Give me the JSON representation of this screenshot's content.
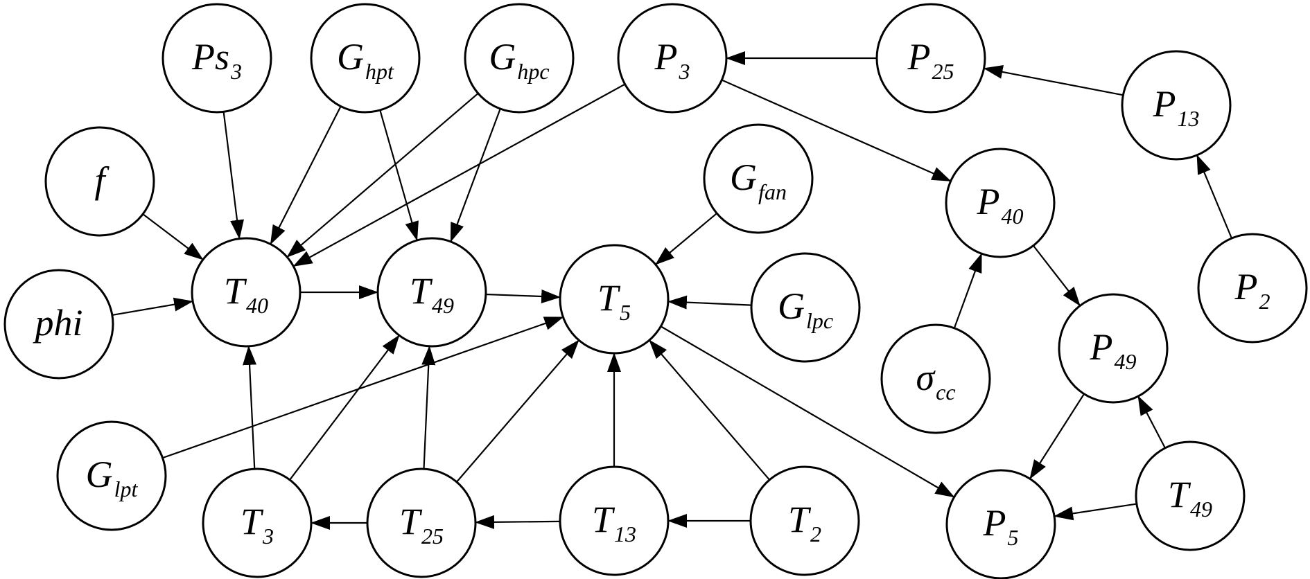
{
  "colors": {
    "stroke": "#000000",
    "fill": "#ffffff",
    "text": "#000000"
  },
  "nodes": [
    {
      "id": "Ps3",
      "main": "Ps",
      "sub": "3"
    },
    {
      "id": "Ghpt",
      "main": "G",
      "sub": "hpt"
    },
    {
      "id": "Ghpc",
      "main": "G",
      "sub": "hpc"
    },
    {
      "id": "P3",
      "main": "P",
      "sub": "3"
    },
    {
      "id": "P25",
      "main": "P",
      "sub": "25"
    },
    {
      "id": "P13",
      "main": "P",
      "sub": "13"
    },
    {
      "id": "f",
      "main": "f",
      "sub": ""
    },
    {
      "id": "Gfan",
      "main": "G",
      "sub": "fan"
    },
    {
      "id": "P40",
      "main": "P",
      "sub": "40"
    },
    {
      "id": "P2",
      "main": "P",
      "sub": "2"
    },
    {
      "id": "phi",
      "main": "phi",
      "sub": ""
    },
    {
      "id": "T40",
      "main": "T",
      "sub": "40"
    },
    {
      "id": "T49",
      "main": "T",
      "sub": "49"
    },
    {
      "id": "T5",
      "main": "T",
      "sub": "5"
    },
    {
      "id": "Glpc",
      "main": "G",
      "sub": "lpc"
    },
    {
      "id": "P49",
      "main": "P",
      "sub": "49"
    },
    {
      "id": "sigcc",
      "main": "σ",
      "sub": "cc"
    },
    {
      "id": "Glpt",
      "main": "G",
      "sub": "lpt"
    },
    {
      "id": "T3",
      "main": "T",
      "sub": "3"
    },
    {
      "id": "T25",
      "main": "T",
      "sub": "25"
    },
    {
      "id": "T13",
      "main": "T",
      "sub": "13"
    },
    {
      "id": "T2",
      "main": "T",
      "sub": "2"
    },
    {
      "id": "P5",
      "main": "P",
      "sub": "5"
    },
    {
      "id": "T49b",
      "main": "T",
      "sub": "49"
    }
  ],
  "edges": [
    {
      "from": "P25",
      "to": "P3"
    },
    {
      "from": "P13",
      "to": "P25"
    },
    {
      "from": "P2",
      "to": "P13"
    },
    {
      "from": "P3",
      "to": "P40"
    },
    {
      "from": "P3",
      "to": "T40"
    },
    {
      "from": "Ps3",
      "to": "T40"
    },
    {
      "from": "Ghpt",
      "to": "T40"
    },
    {
      "from": "Ghpt",
      "to": "T49"
    },
    {
      "from": "Ghpc",
      "to": "T40"
    },
    {
      "from": "Ghpc",
      "to": "T49"
    },
    {
      "from": "f",
      "to": "T40"
    },
    {
      "from": "phi",
      "to": "T40"
    },
    {
      "from": "T40",
      "to": "T49"
    },
    {
      "from": "T49",
      "to": "T5"
    },
    {
      "from": "Gfan",
      "to": "T5"
    },
    {
      "from": "Glpc",
      "to": "T5"
    },
    {
      "from": "Glpt",
      "to": "T5"
    },
    {
      "from": "T3",
      "to": "T40"
    },
    {
      "from": "T3",
      "to": "T49"
    },
    {
      "from": "T25",
      "to": "T3"
    },
    {
      "from": "T25",
      "to": "T49"
    },
    {
      "from": "T25",
      "to": "T5"
    },
    {
      "from": "T13",
      "to": "T25"
    },
    {
      "from": "T13",
      "to": "T5"
    },
    {
      "from": "T2",
      "to": "T13"
    },
    {
      "from": "T2",
      "to": "T5"
    },
    {
      "from": "T5",
      "to": "P5"
    },
    {
      "from": "sigcc",
      "to": "P40"
    },
    {
      "from": "P40",
      "to": "P49"
    },
    {
      "from": "P49",
      "to": "P5"
    },
    {
      "from": "T49b",
      "to": "P49"
    },
    {
      "from": "T49b",
      "to": "P5"
    }
  ]
}
